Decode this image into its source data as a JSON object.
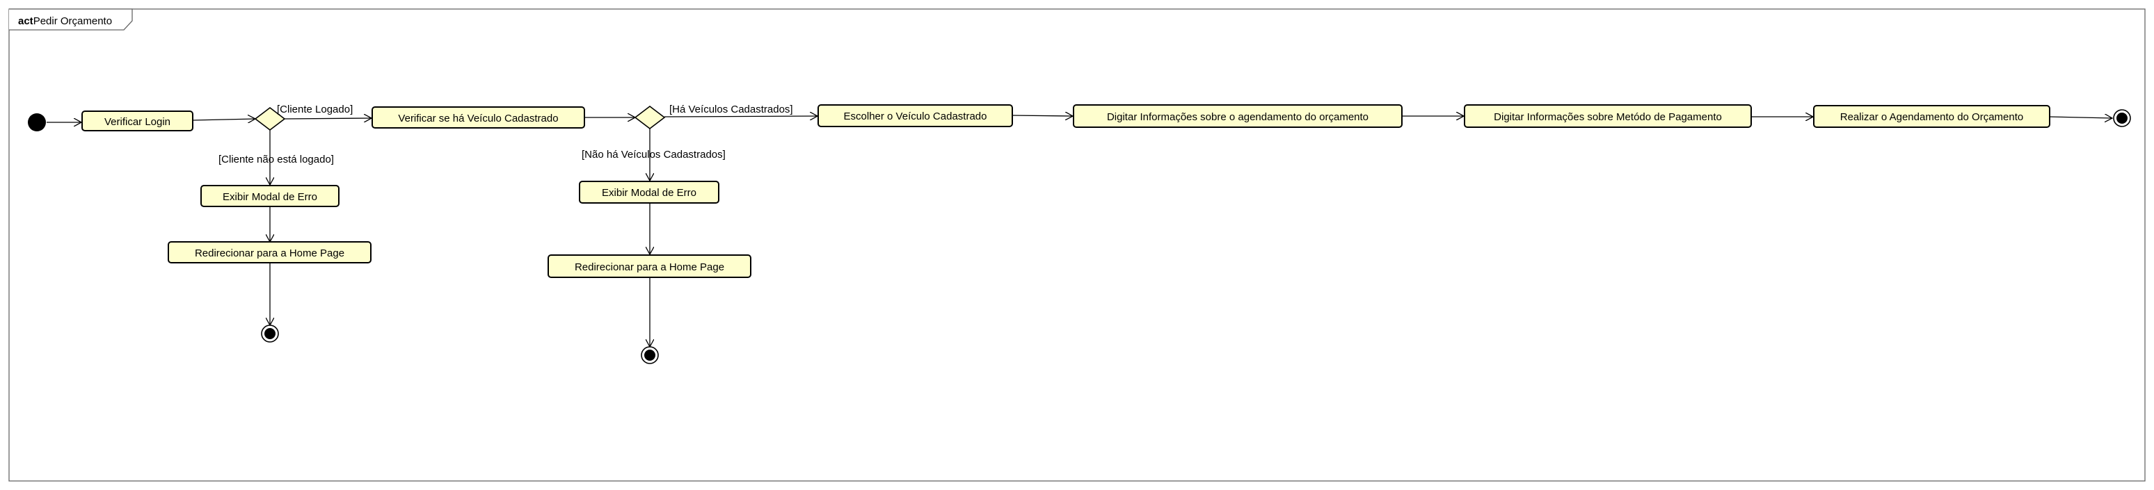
{
  "frame": {
    "keyword": "act",
    "name": "Pedir Orçamento"
  },
  "actions": {
    "verificar_login": "Verificar Login",
    "verificar_veiculo": "Verificar se há Veículo Cadastrado",
    "escolher_veiculo": "Escolher o Veículo Cadastrado",
    "digitar_agendamento": "Digitar Informações sobre o agendamento do orçamento",
    "digitar_pagamento": "Digitar Informações sobre Metódo de Pagamento",
    "realizar_agendamento": "Realizar o Agendamento do Orçamento",
    "exibir_erro_1": "Exibir Modal de Erro",
    "redirecionar_1": "Redirecionar para a Home Page",
    "exibir_erro_2": "Exibir Modal de Erro",
    "redirecionar_2": "Redirecionar para a Home Page"
  },
  "guards": {
    "cliente_logado": "[Cliente Logado]",
    "cliente_nao_logado": "[Cliente não está logado]",
    "ha_veiculos": "[Há Veículos Cadastrados]",
    "nao_ha_veiculos": "[Não há Veículos Cadastrados]"
  },
  "colors": {
    "action_fill": "#FEFECE",
    "stroke": "#000000",
    "frame_stroke": "#666666"
  }
}
